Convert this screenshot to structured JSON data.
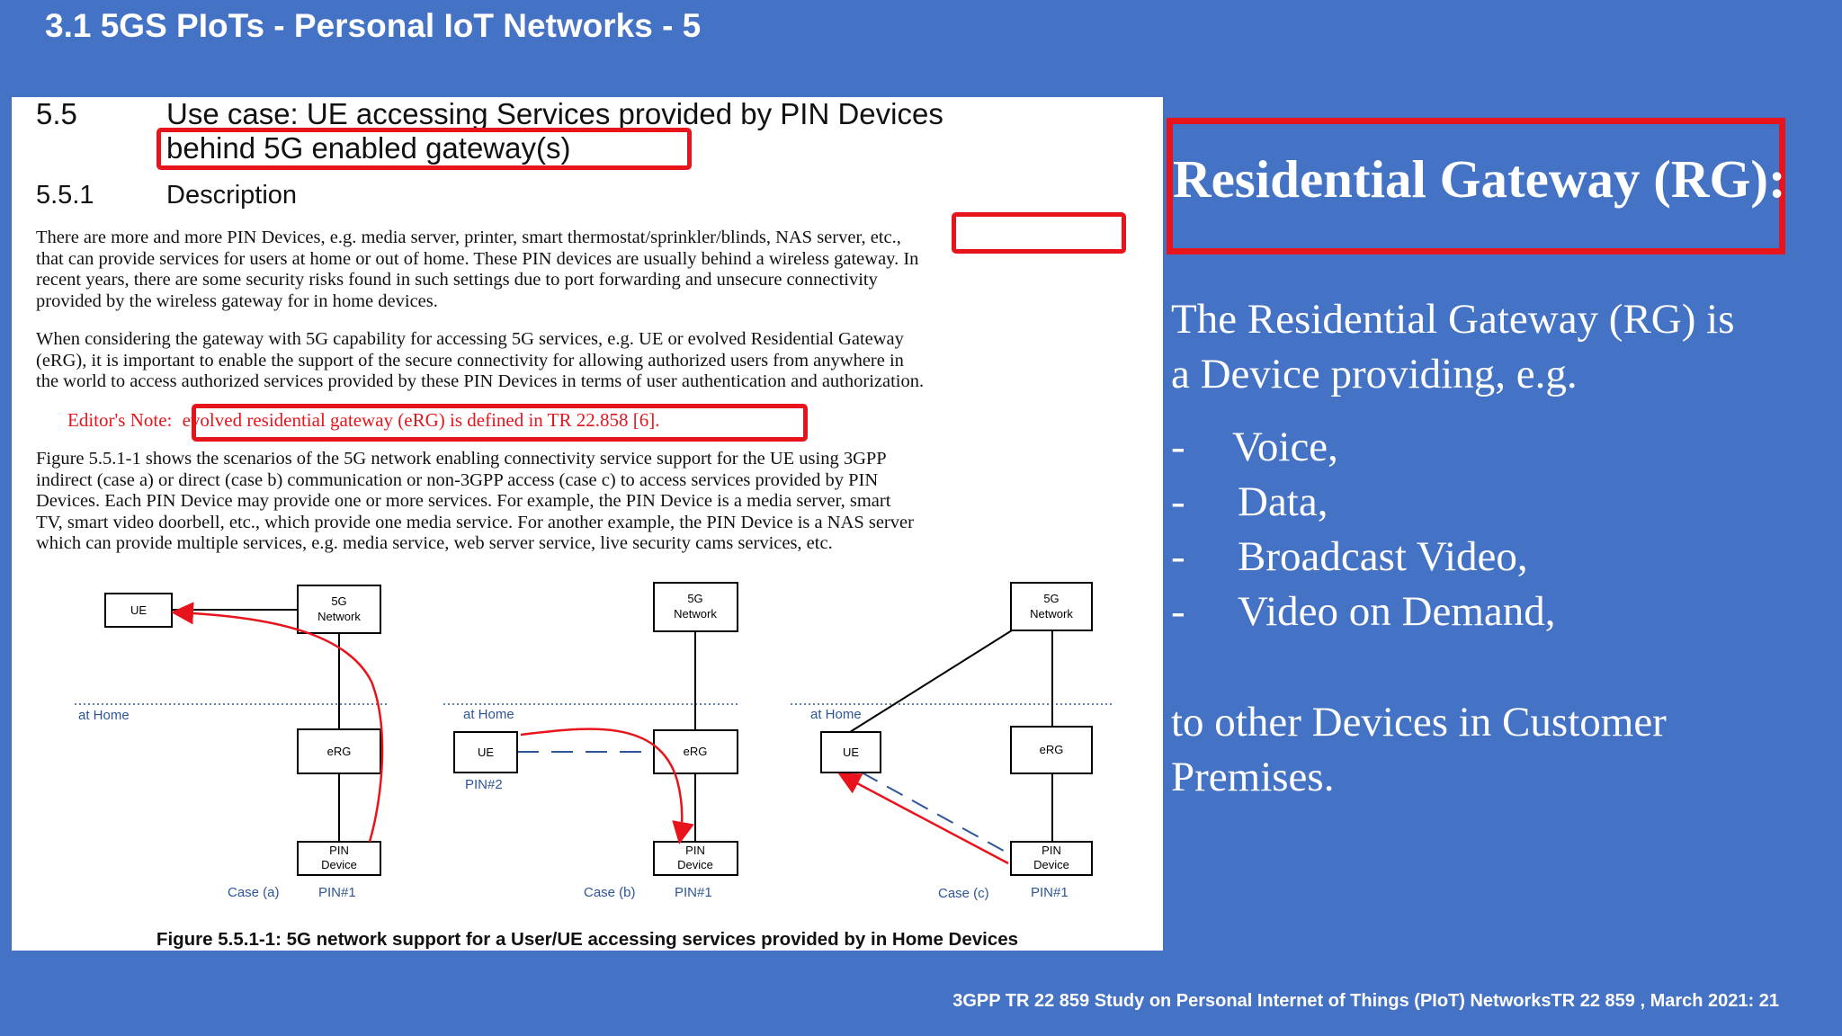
{
  "slide": {
    "title": "3.1 5GS PIoTs - Personal IoT Networks - 5",
    "footer": "3GPP  TR 22 859 Study on Personal Internet of Things (PIoT) NetworksTR 22 859 , March 2021: 21"
  },
  "document": {
    "section_number": "5.5",
    "section_title_line1": "Use case: UE accessing Services provided by PIN Devices",
    "section_title_line2": "behind 5G enabled gateway(s)",
    "subsection_number": "5.5.1",
    "subsection_title": "Description",
    "paragraph1": [
      "There are more and more PIN Devices, e.g. media server, printer, smart thermostat/sprinkler/blinds, NAS server, etc.,",
      "that can provide services for users at home or out of home. These PIN devices are usually behind a wireless gateway. In",
      "recent years, there are some security risks found in such settings due to port forwarding and unsecure connectivity",
      "provided by the wireless gateway for in home devices."
    ],
    "paragraph2": [
      "When considering the gateway with 5G capability for accessing 5G services, e.g. UE or evolved Residential Gateway",
      "(eRG), it is important to enable the support of the secure connectivity for allowing authorized users from anywhere in",
      "the world to access authorized services provided by these PIN Devices in terms of user authentication and authorization."
    ],
    "editor_note_label": "Editor's Note:",
    "editor_note_text": "evolved residential gateway (eRG) is defined in TR 22.858 [6].",
    "paragraph3": [
      "Figure 5.5.1-1 shows the scenarios of the 5G network enabling connectivity service support for the UE using 3GPP",
      "indirect (case a) or direct (case b) communication or non-3GPP access (case c) to access services provided by PIN",
      "Devices. Each PIN Device may provide one or more services. For example, the PIN Device is a media server, smart",
      "TV, smart video doorbell, etc., which provide one media service. For another example, the PIN Device is a NAS server",
      "which can provide multiple services, e.g. media service, web server service, live security cams services, etc."
    ],
    "figure_caption": "Figure 5.5.1-1: 5G network support for a User/UE accessing services provided by in Home Devices"
  },
  "diagram": {
    "ue": "UE",
    "net_line1": "5G",
    "net_line2": "Network",
    "erg": "eRG",
    "pin_line1": "PIN",
    "pin_line2": "Device",
    "at_home": "at Home",
    "pin1": "PIN#1",
    "pin2": "PIN#2",
    "case_a": "Case (a)",
    "case_b": "Case (b)",
    "case_c": "Case (c)"
  },
  "right_panel": {
    "heading": "Residential Gateway (RG):",
    "intro_line1": "The Residential Gateway (RG) is",
    "intro_line2": "a Device providing, e.g.",
    "bullet_dash": "-",
    "bullets": [
      "Voice,",
      "Data,",
      "Broadcast Video,",
      "Video on Demand,"
    ],
    "outro_line1": "to other Devices in Customer",
    "outro_line2": "Premises."
  },
  "colors": {
    "slide_background": "#4472C4",
    "highlight_red": "#E8141C",
    "diagram_label_blue": "#2E5597"
  }
}
